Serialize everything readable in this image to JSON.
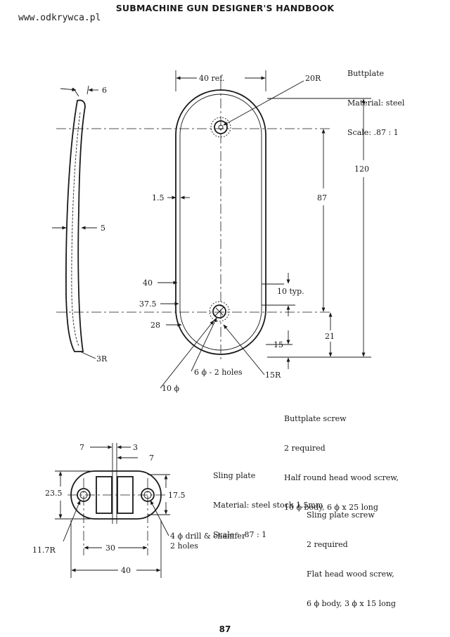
{
  "header": {
    "watermark": "www.odkrywca.pl",
    "title": "SUBMACHINE GUN DESIGNER'S HANDBOOK"
  },
  "buttplate": {
    "notes": [
      "Buttplate",
      "Material: steel",
      "Scale: .87 : 1"
    ],
    "dims": {
      "side_top": "6",
      "side_mid": "5",
      "side_radius": "3R",
      "width": "40 ref.",
      "corner_radius": "20R",
      "overall_length": "120",
      "hole_spacing": "87",
      "edge": "1.5",
      "dim_40": "40",
      "dim_37_5": "37.5",
      "dim_28": "28",
      "typ": "10 typ.",
      "dim_21": "21",
      "dim_15": "15",
      "holes": "6 ϕ - 2 holes",
      "radius_15": "15R",
      "countersink": "10 ϕ"
    }
  },
  "buttplate_screw": {
    "lines": [
      "Buttplate screw",
      "2 required",
      "Half round head wood screw,",
      "10 ϕ body, 6 ϕ x 25 long"
    ]
  },
  "sling_plate": {
    "notes": [
      "Sling plate",
      "Material: steel stock 1.5mm",
      "Scale : .87 : 1"
    ],
    "dims": {
      "slot_width": "7",
      "slot_gap": "3",
      "slot_width_right": "7",
      "height": "23.5",
      "height_inner": "17.5",
      "end_radius": "11.7R",
      "hole_spacing": "30",
      "overall_length": "40",
      "drill_note": [
        "4 ϕ drill & chamfer",
        "2 holes"
      ]
    }
  },
  "sling_plate_screw": {
    "lines": [
      "Sling plate screw",
      "2 required",
      "Flat head wood screw,",
      "6 ϕ body, 3 ϕ x 15 long"
    ]
  },
  "footer": {
    "page_number": "87"
  }
}
